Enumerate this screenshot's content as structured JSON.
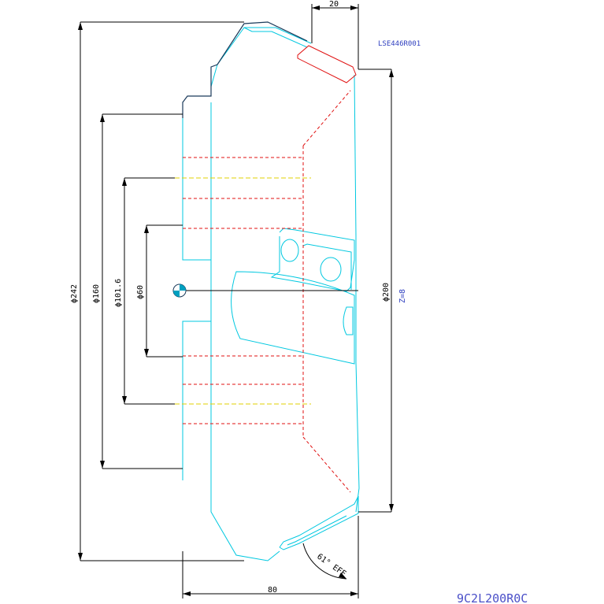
{
  "drawing": {
    "insert_code": "LSE446R001",
    "teeth": "Z=8",
    "angle_label": "61° EFF",
    "part_number": "9C2L200R0C",
    "dims": {
      "top_width": "20",
      "bottom_width": "80",
      "d242": "ϕ242",
      "d160": "ϕ160",
      "d1016": "ϕ101.6",
      "d60": "ϕ60",
      "d200": "ϕ200"
    },
    "colors": {
      "outline": "#00c8e0",
      "body_edge": "#1a3a5a",
      "hidden": "#e01010",
      "center": "#e0d000",
      "dimension": "#000000",
      "insert": "#e01010"
    }
  }
}
